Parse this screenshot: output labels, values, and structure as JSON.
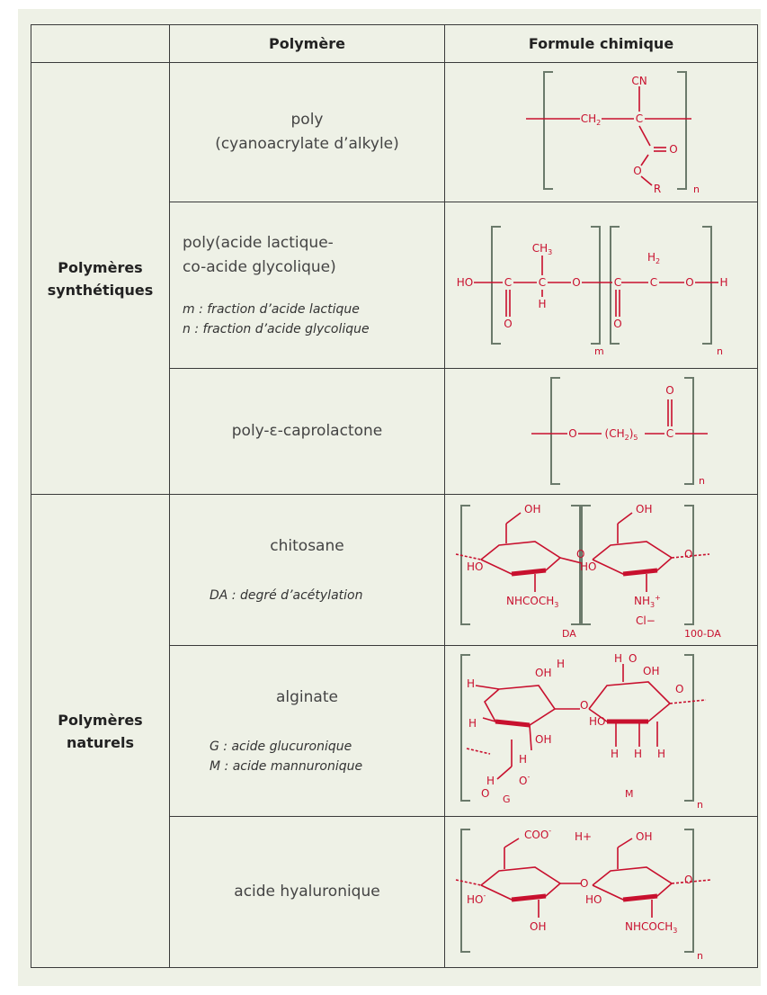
{
  "headers": {
    "col2": "Polymère",
    "col3": "Formule chimique"
  },
  "groups": {
    "synthetic": [
      "Polymères",
      "synthétiques"
    ],
    "natural": [
      "Polymères",
      "naturels"
    ]
  },
  "rows": [
    {
      "name_lines": [
        "poly",
        "(cyanoacrylate d’alkyle)"
      ],
      "formula": {
        "cn": "CN",
        "ch2": "CH",
        "ch2_sub": "2",
        "c": "C",
        "o_double": "O",
        "o": "O",
        "r": "R",
        "n": "n"
      }
    },
    {
      "name_lines": [
        "poly(acide lactique-",
        "co-acide glycolique)"
      ],
      "notes": [
        "m : fraction d’acide lactique",
        "n : fraction d’acide glycolique"
      ],
      "formula": {
        "ho": "HO",
        "c": "C",
        "ch3": "CH",
        "ch3_sub": "3",
        "h": "H",
        "o": "O",
        "h2": "H",
        "h2_sub": "2",
        "oh_end": "O",
        "h_end": "H",
        "m": "m",
        "n": "n"
      }
    },
    {
      "name_lines": [
        "poly-ε-caprolactone"
      ],
      "formula": {
        "o": "O",
        "ch2_group": "(CH",
        "ch2_sub": "2",
        "ch2_close": ")",
        "ch2_count": "5",
        "c": "C",
        "o_top": "O",
        "n": "n"
      }
    },
    {
      "name_lines": [
        "chitosane"
      ],
      "notes": [
        "DA : degré d’acétylation"
      ],
      "formula": {
        "oh1": "OH",
        "oh2": "OH",
        "ho1": "HO",
        "ho2": "HO",
        "o": "O",
        "nhcoch3": "NHCOCH",
        "nhcoch3_sub": "3",
        "nh3": "NH",
        "nh3_sub": "3",
        "nh3_sup": "+",
        "cl": "Cl−",
        "da": "DA",
        "da100": "100-DA"
      }
    },
    {
      "name_lines": [
        "alginate"
      ],
      "notes": [
        "G : acide glucuronique",
        "M : acide mannuronique"
      ],
      "formula": {
        "oh": "OH",
        "h": "H",
        "ho": "HO",
        "o": "O",
        "ominus": "O",
        "g": "G",
        "m": "M",
        "n": "n"
      }
    },
    {
      "name_lines": [
        "acide hyaluronique"
      ],
      "formula": {
        "coo": "COO",
        "coo_sup": "-",
        "hplus": "H+",
        "oh": "OH",
        "ho": "HO",
        "o": "O",
        "nhcoch3": "NHCOCH",
        "nhcoch3_sub": "3",
        "n": "n"
      }
    }
  ],
  "colors": {
    "formula": "#c8102e",
    "bracket": "#6b7a6b",
    "border": "#3a3a3a",
    "background": "#eef1e6"
  }
}
